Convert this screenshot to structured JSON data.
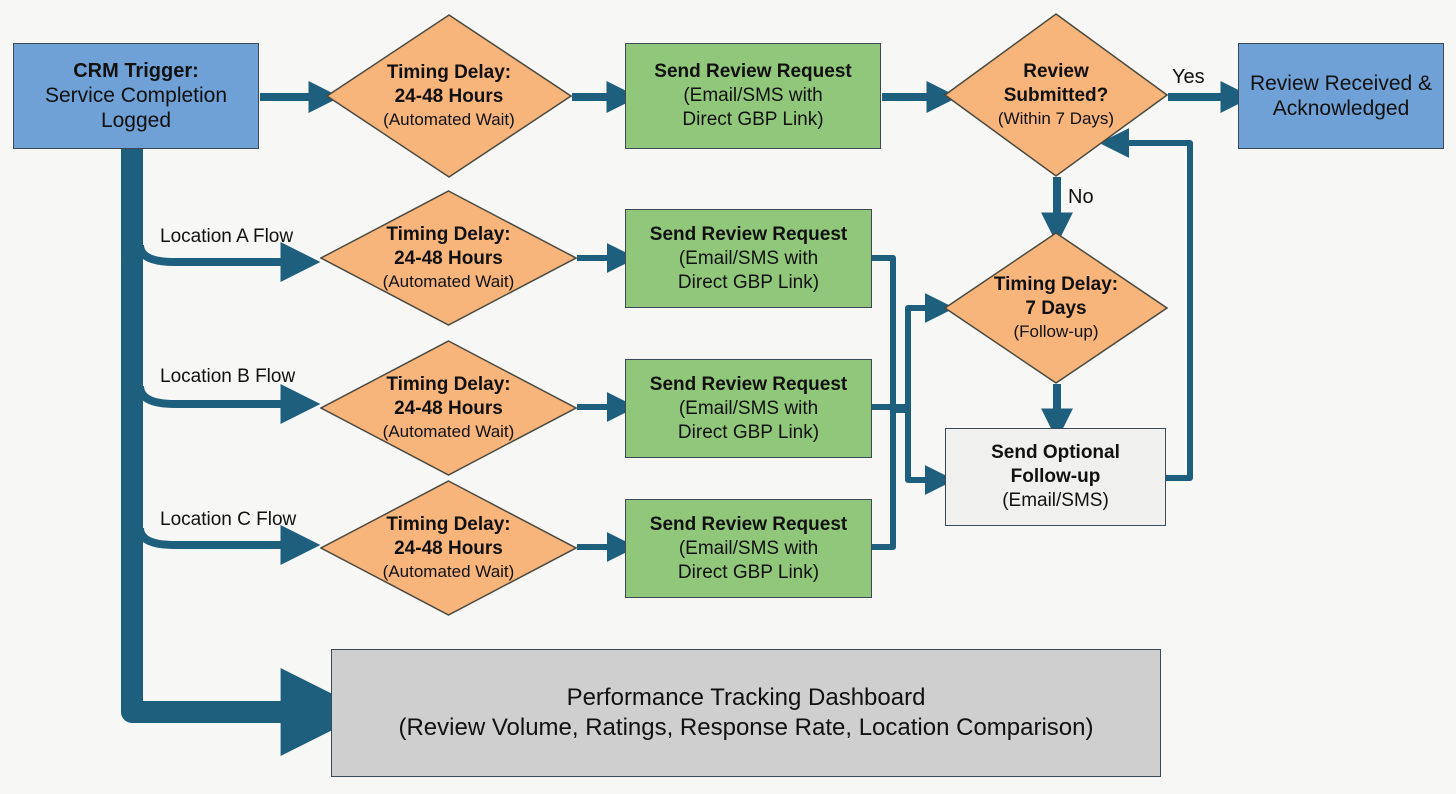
{
  "colors": {
    "trigger_box": "#6fa0d6",
    "decision_diamond": "#f7b57b",
    "request_box": "#91c77b",
    "followup_box": "#f0f0ef",
    "dashboard_box": "#cfcfcf",
    "connector": "#1f5f7e"
  },
  "trigger": {
    "title": "CRM Trigger:",
    "line1": "Service Completion",
    "line2": "Logged"
  },
  "main_flow": {
    "delay": {
      "title": "Timing Delay:",
      "value": "24-48 Hours",
      "note": "(Automated Wait)"
    },
    "request": {
      "title": "Send Review Request",
      "line1": "(Email/SMS with",
      "line2": "Direct GBP Link)"
    }
  },
  "decision": {
    "title": "Review",
    "value": "Submitted?",
    "note": "(Within 7 Days)",
    "yes_label": "Yes",
    "no_label": "No"
  },
  "received": {
    "line1": "Review Received &",
    "line2": "Acknowledged"
  },
  "locations": [
    {
      "label": "Location A Flow",
      "delay": {
        "title": "Timing Delay:",
        "value": "24-48 Hours",
        "note": "(Automated Wait)"
      },
      "request": {
        "title": "Send Review Request",
        "line1": "(Email/SMS with",
        "line2": "Direct GBP Link)"
      }
    },
    {
      "label": "Location B Flow",
      "delay": {
        "title": "Timing Delay:",
        "value": "24-48 Hours",
        "note": "(Automated Wait)"
      },
      "request": {
        "title": "Send Review Request",
        "line1": "(Email/SMS with",
        "line2": "Direct GBP Link)"
      }
    },
    {
      "label": "Location C Flow",
      "delay": {
        "title": "Timing Delay:",
        "value": "24-48 Hours",
        "note": "(Automated Wait)"
      },
      "request": {
        "title": "Send Review Request",
        "line1": "(Email/SMS with",
        "line2": "Direct GBP Link)"
      }
    }
  ],
  "followup_delay": {
    "title": "Timing Delay:",
    "value": "7 Days",
    "note": "(Follow-up)"
  },
  "followup": {
    "title1": "Send Optional",
    "title2": "Follow-up",
    "note": "(Email/SMS)"
  },
  "dashboard": {
    "title": "Performance Tracking Dashboard",
    "subtitle": "(Review Volume, Ratings, Response Rate, Location Comparison)"
  }
}
